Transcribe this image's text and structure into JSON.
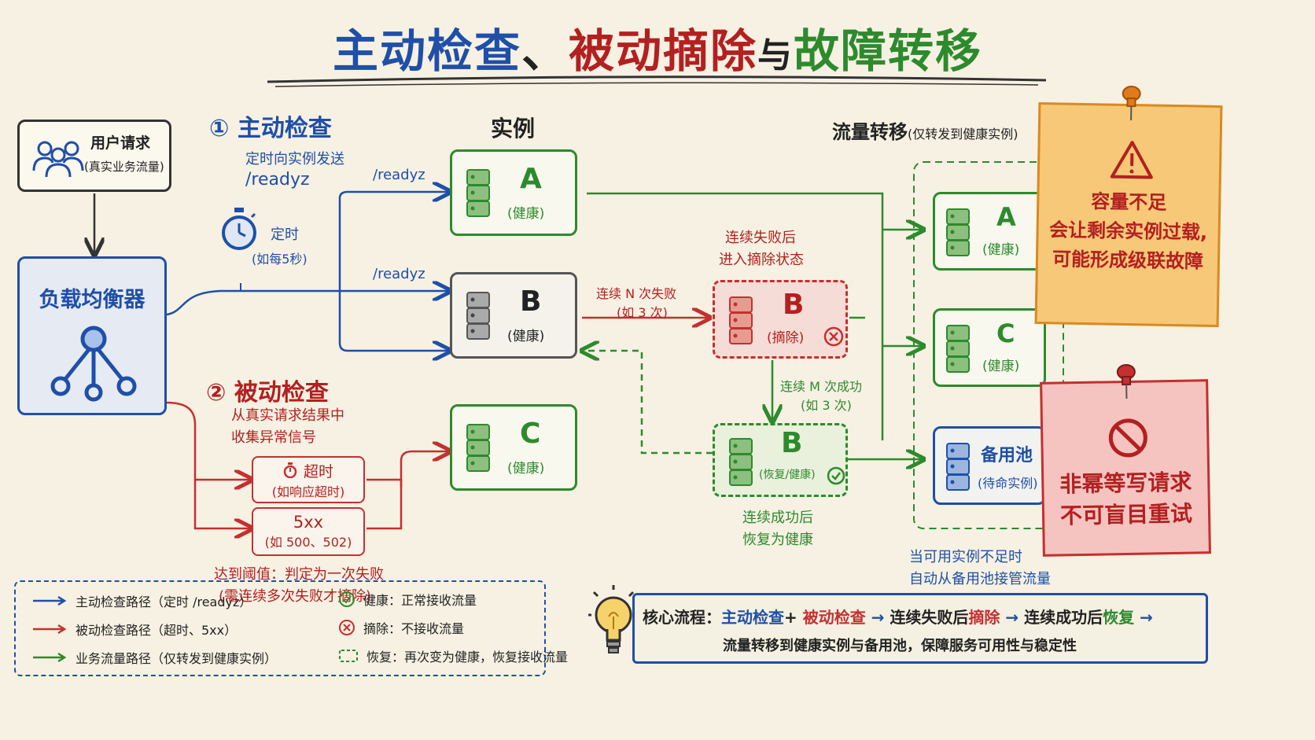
{
  "title": {
    "part1": "主动检查",
    "sep": "、",
    "part2": "被动摘除",
    "part3": "与",
    "part4": "故障转移"
  },
  "user": {
    "title": "用户请求",
    "subtitle": "(真实业务流量)"
  },
  "lb": {
    "title": "负载均衡器"
  },
  "active": {
    "title": "① 主动检查",
    "desc1": "定时向实例发送",
    "desc2": "/readyz",
    "timer_label": "定时",
    "timer_sub": "(如每5秒)",
    "path_label_a": "/readyz",
    "path_label_b": "/readyz"
  },
  "passive": {
    "title": "② 被动检查",
    "desc1": "从真实请求结果中",
    "desc2": "收集异常信号",
    "timeout_title": "超时",
    "timeout_sub": "(如响应超时)",
    "err_title": "5xx",
    "err_sub": "(如 500、502)",
    "threshold1": "达到阈值：判定为一次失败",
    "threshold2": "(需连续多次失败才摘除)"
  },
  "instances_header": "实例",
  "instances": {
    "a": {
      "letter": "A",
      "state": "(健康)"
    },
    "b": {
      "letter": "B",
      "state": "(健康)"
    },
    "c": {
      "letter": "C",
      "state": "(健康)"
    },
    "b_removed": {
      "letter": "B",
      "state": "(摘除)"
    },
    "b_recovered": {
      "letter": "B",
      "state": "(恢复/健康)"
    }
  },
  "transitions": {
    "fail_label1": "连续 N 次失败",
    "fail_label2": "(如 3 次)",
    "removed_note1": "连续失败后",
    "removed_note2": "进入摘除状态",
    "success_label1": "连续 M 次成功",
    "success_label2": "(如 3 次)",
    "recovered_note1": "连续成功后",
    "recovered_note2": "恢复为健康"
  },
  "transfer": {
    "header": "流量转移",
    "header_sub": "(仅转发到健康实例)",
    "a": {
      "letter": "A",
      "state": "(健康)"
    },
    "c": {
      "letter": "C",
      "state": "(健康)"
    },
    "pool": {
      "title": "备用池",
      "state": "(待命实例)"
    },
    "note1": "当可用实例不足时",
    "note2": "自动从备用池接管流量"
  },
  "note_capacity": {
    "line1": "容量不足",
    "line2": "会让剩余实例过载,",
    "line3": "可能形成级联故障"
  },
  "note_retry": {
    "line1": "非幂等写请求",
    "line2": "不可盲目重试"
  },
  "legend": {
    "blue": "主动检查路径（定时 /readyz）",
    "red": "被动检查路径（超时、5xx）",
    "green": "业务流量路径（仅转发到健康实例）",
    "healthy": "健康：正常接收流量",
    "removed": "摘除：不接收流量",
    "recover": "恢复：再次变为健康，恢复接收流量"
  },
  "flow": {
    "label": "核心流程：",
    "active": "主动检查",
    "plus": "+",
    "passive": "被动检查",
    "arrow1": "→",
    "fail": "连续失败后",
    "remove": "摘除",
    "arrow2": "→",
    "success": "连续成功后",
    "recover": "恢复",
    "arrow3": "→",
    "line2": "流量转移到健康实例与备用池，保障服务可用性与稳定性"
  },
  "colors": {
    "blue": "#1f4fa8",
    "red": "#c43030",
    "green": "#2d8a2d",
    "paper": "#f6f1e3"
  }
}
